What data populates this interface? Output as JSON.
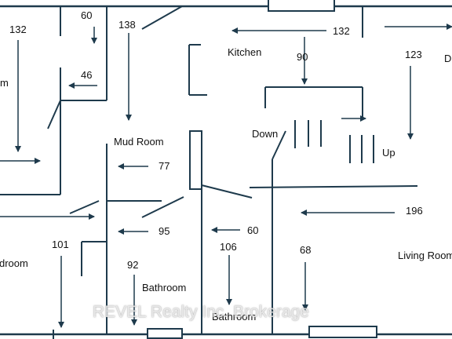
{
  "colors": {
    "wall": "#1e3a4c",
    "text": "#111111",
    "background": "#ffffff"
  },
  "rooms": {
    "kitchen": "Kitchen",
    "mud_room": "Mud Room",
    "down": "Down",
    "up": "Up",
    "bathroom_1": "Bathroom",
    "bathroom_2": "Bathroom",
    "living_room": "Living Room",
    "bedroom_partial": "droom",
    "left_partial": "m",
    "right_partial": "D"
  },
  "dimensions": {
    "d60_top": "60",
    "d132_left": "132",
    "d138": "138",
    "d132_kitchen": "132",
    "d46": "46",
    "d90": "90",
    "d123": "123",
    "d77": "77",
    "d95": "95",
    "d60_mid": "60",
    "d196": "196",
    "d101": "101",
    "d106": "106",
    "d68": "68",
    "d92": "92"
  },
  "watermark": "REVEL Realty Inc. Brokerage"
}
